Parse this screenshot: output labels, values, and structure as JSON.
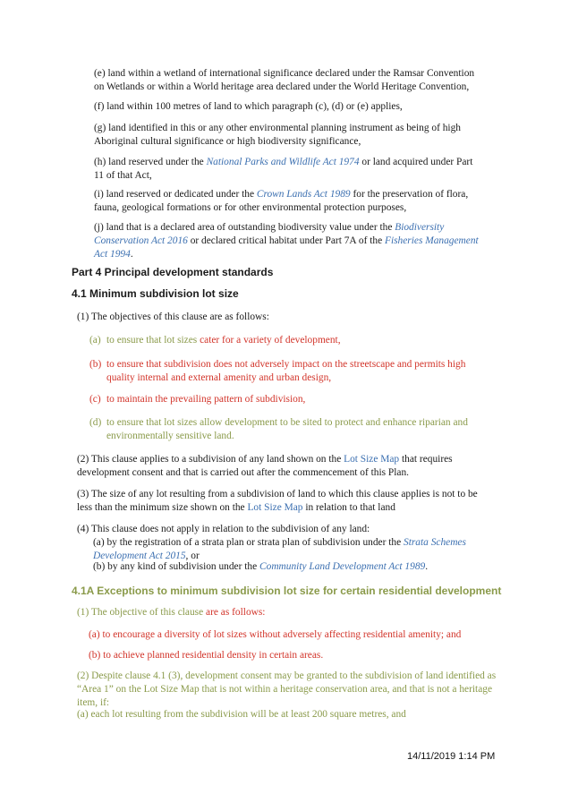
{
  "items_e_to_j": [
    {
      "parts": [
        "(e)  land within a wetland of international significance declared under the Ramsar Convention on Wetlands or within a World heritage area declared under the World Heritage Convention,"
      ]
    },
    {
      "parts": [
        "(f)  land within 100 metres of land to which paragraph (c), (d) or (e) applies,"
      ]
    },
    {
      "parts": [
        "(g)  land identified in this or any other environmental planning instrument as being of high Aboriginal cultural significance or high biodiversity significance,"
      ]
    },
    {
      "parts": [
        "(h)  land reserved under the ",
        "National Parks and Wildlife Act 1974",
        " or land acquired under Part 11 of that Act,"
      ]
    },
    {
      "parts": [
        "(i)  land reserved or dedicated under the ",
        "Crown Lands Act 1989",
        " for the preservation of flora, fauna, geological formations or for other environmental protection purposes,"
      ]
    },
    {
      "parts": [
        "(j)  land that is a declared area of outstanding biodiversity value under the ",
        "Biodiversity Conservation Act 2016",
        " or declared critical habitat under Part 7A of the ",
        "Fisheries Management Act 1994",
        "."
      ]
    }
  ],
  "part4_heading": "Part 4 Principal development standards",
  "s41": {
    "heading": "4.1   Minimum subdivision lot size",
    "sub1": "(1)  The objectives of this clause are as follows:",
    "a_label": "(a)",
    "a_text_1": "to ensure that lot sizes ",
    "a_text_2": "cater for a variety of development,",
    "b_label": "(b)",
    "b_text": "to ensure that subdivision does not adversely impact on the streetscape and permits high quality internal and external amenity and urban design,",
    "c_label": "(c)",
    "c_text": "to maintain the prevailing pattern of subdivision,",
    "d_label": "(d)",
    "d_text": "to ensure that lot sizes allow development to be sited to protect and enhance riparian and environmentally sensitive land.",
    "sub2_a": "(2)  This clause applies to a subdivision of any land shown on the ",
    "sub2_link": "Lot Size Map",
    "sub2_b": " that requires development consent and that is carried out after the commencement of this Plan.",
    "sub3_a": "(3)  The size of any lot resulting from a subdivision of land to which this clause applies is not to be less than the minimum size shown on the ",
    "sub3_link": "Lot Size Map",
    "sub3_b": " in relation to that land",
    "sub4": "(4)  This clause does not apply in relation to the subdivision of any land:",
    "sub4a_a": "(a)  by the registration of a strata plan or strata plan of subdivision under the ",
    "sub4a_link": "Strata Schemes Development Act 2015",
    "sub4a_b": ", or",
    "sub4b_a": "(b)  by any kind of subdivision under the ",
    "sub4b_link": "Community Land Development Act 1989",
    "sub4b_b": "."
  },
  "s41a": {
    "heading": "4.1A   Exceptions to minimum subdivision lot size for certain residential development",
    "sub1_a": "(1)  The objective of this clause ",
    "sub1_b": "are as follows:",
    "a": "(a) to encourage a diversity of lot sizes without adversely affecting residential amenity; and",
    "b": "(b) to achieve planned residential density in certain areas.",
    "sub2": "(2)  Despite clause 4.1 (3), development consent may be granted to the subdivision of land identified as “Area 1” on the Lot Size Map that is not within a heritage conservation area, and that is not a heritage item, if:",
    "sub2a": "(a)  each lot resulting from the subdivision will be at least 200 square metres, and"
  },
  "footer": "14/11/2019 1:14 PM",
  "colors": {
    "link": "#3b6fb0",
    "red": "#d2342a",
    "green": "#8a9a4a"
  }
}
